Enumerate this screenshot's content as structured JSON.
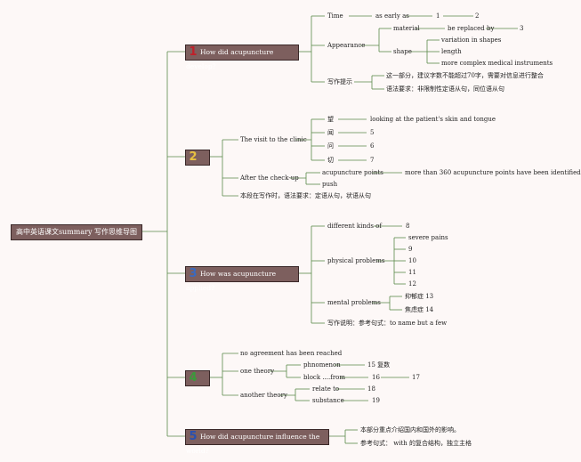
{
  "root": "高中英语课文summary 写作思维导图",
  "colors": {
    "line": "#5a8a4a",
    "box": "#7d5f5e",
    "n1": "#c0202a",
    "n2": "#e8c040",
    "n3": "#3a6ac0",
    "n4": "#3a9a3a",
    "n5": "#2a50b0"
  },
  "s1": {
    "num": "1",
    "label": "How did acupuncture develop?",
    "time": "Time",
    "as_early": "as early as",
    "b1": "1",
    "b2": "2",
    "appearance": "Appearance",
    "material": "material",
    "replaced": "be replaced by",
    "b3": "3",
    "shape": "shape",
    "shape_items": [
      "variation in shapes",
      "length",
      "more complex medical instruments"
    ],
    "tips": "写作提示",
    "tip1": "这一部分，建议字数不能超过70字，需要对信息进行整合",
    "tip2": "语法要求：非限制性定语从句，同位语从句"
  },
  "s2": {
    "num": "2",
    "label": "",
    "visit": "The visit to the clinic",
    "senses": [
      "望",
      "闻",
      "问",
      "切"
    ],
    "look": "looking at the patient's skin and tongue",
    "blanks": [
      "5",
      "6",
      "7"
    ],
    "after": "After the check-up",
    "points": "acupuncture points",
    "points_note": "more than 360 acupuncture points have been identified",
    "push": "push",
    "note": "本段在写作时，语法要求：定语从句，状语从句"
  },
  "s3": {
    "num": "3",
    "label": "How was acupuncture applied?",
    "kinds": "different kinds of",
    "b8": "8",
    "physical": "physical problems",
    "physical_items": [
      "severe pains",
      "9",
      "10",
      "11",
      "12"
    ],
    "mental": "mental problems",
    "mental_items": [
      "抑郁症 13",
      "焦虑症 14"
    ],
    "note": "写作说明：参考句式：to name but a few"
  },
  "s4": {
    "num": "4",
    "label": "",
    "agree": "no agreement has been reached",
    "one": "one theory",
    "phen": "phnomenon",
    "b15": "15 复数",
    "block": "block ....from",
    "b16": "16",
    "b17": "17",
    "another": "another theory",
    "relate": "relate to",
    "b18": "18",
    "subst": "substance",
    "b19": "19"
  },
  "s5": {
    "num": "5",
    "label": "How did acupuncture influence the world?",
    "n1": "本部分重点介绍国内和国外的影响。",
    "n2": "参考句式： with 的复合结构，独立主格"
  }
}
